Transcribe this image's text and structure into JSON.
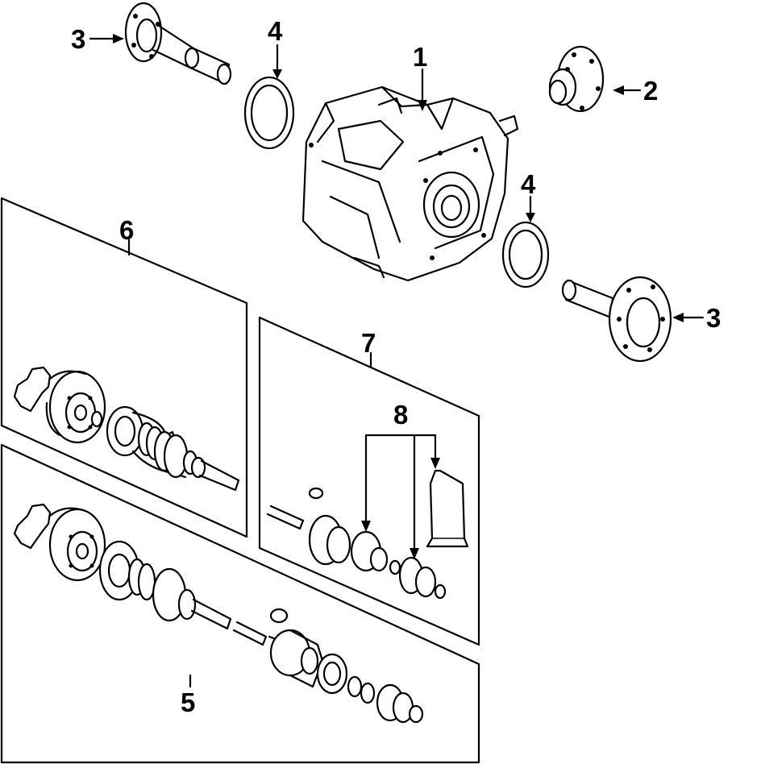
{
  "colors": {
    "ink": "#000000",
    "background": "#ffffff"
  },
  "callouts": {
    "differential": "1",
    "flange_right_top": "2",
    "flange_shaft_left": "3",
    "flange_shaft_right": "3",
    "seal_left": "4",
    "seal_right": "4",
    "axle_assembly_lower": "5",
    "axle_assembly_upper": "6",
    "boot_kit": "7",
    "boot": "8"
  }
}
